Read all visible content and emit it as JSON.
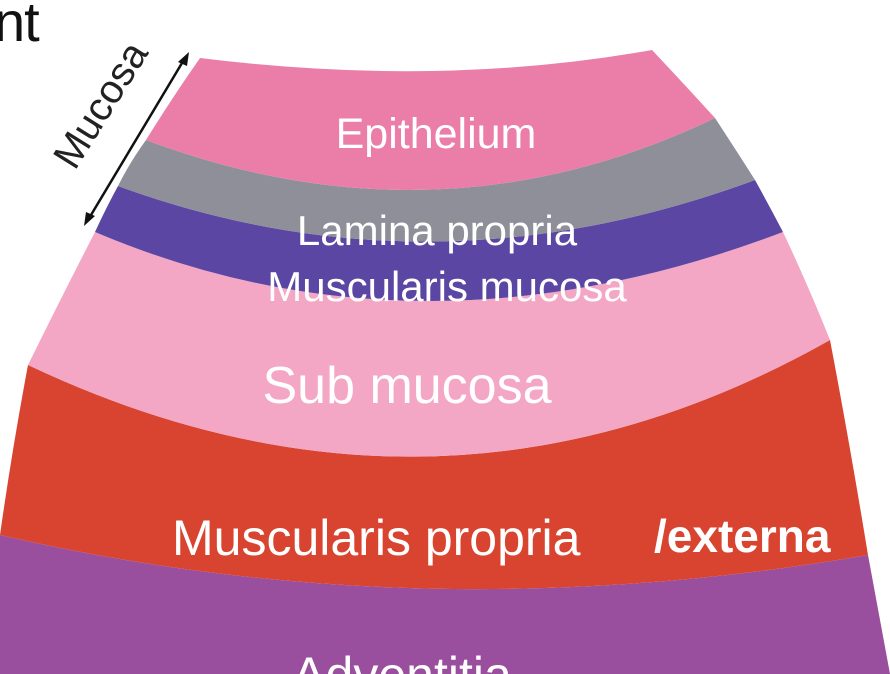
{
  "header_fragment": "nt",
  "diagram": {
    "group_label": "Mucosa",
    "layers": [
      {
        "id": "epithelium",
        "label": "Epithelium",
        "color": "#ea7ea8"
      },
      {
        "id": "lamina-propria",
        "label": "Lamina propria",
        "color": "#8e8f98"
      },
      {
        "id": "muscularis-mucosa",
        "label": "Muscularis mucosa",
        "color": "#5c46a4"
      },
      {
        "id": "sub-mucosa",
        "label": "Sub mucosa",
        "color": "#f3a7c4"
      },
      {
        "id": "muscularis-propria",
        "label": "Muscularis propria",
        "label_suffix": "/externa",
        "color": "#d8442f"
      },
      {
        "id": "adventitia",
        "label": "Adventitia",
        "color": "#9a4f9e"
      }
    ]
  }
}
